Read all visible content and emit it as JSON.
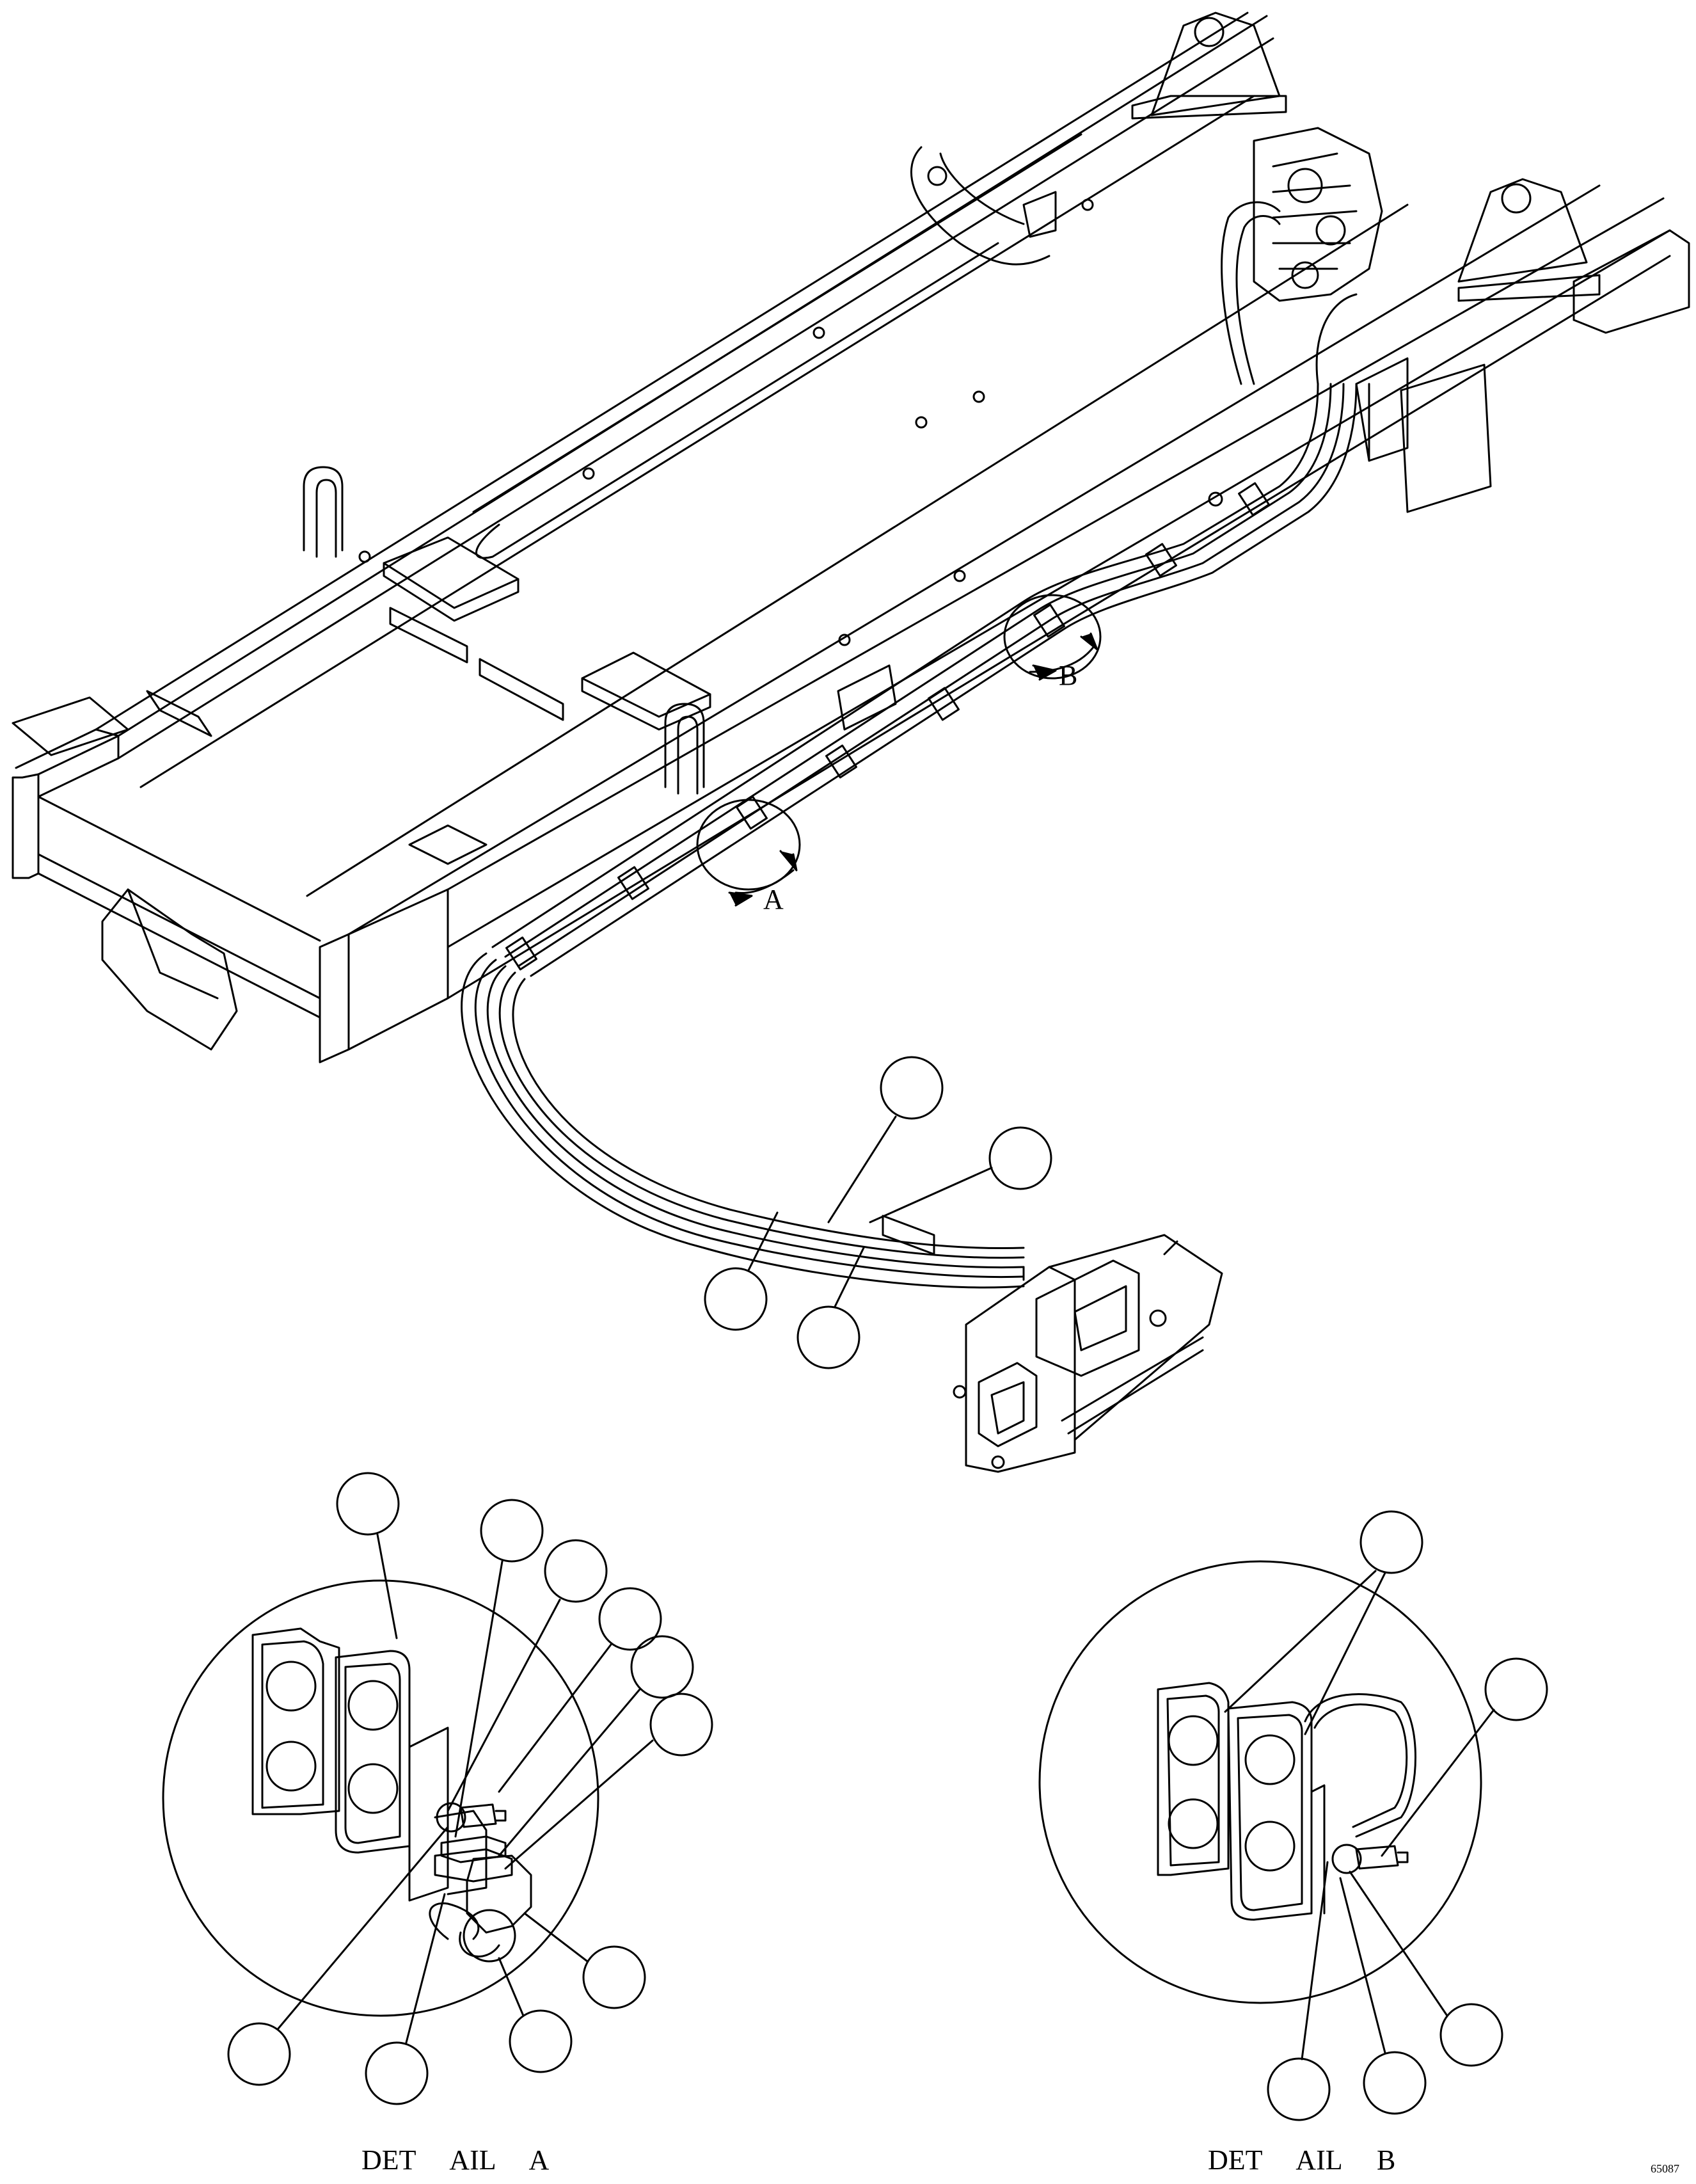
{
  "labels": {
    "arrow_a": "A",
    "arrow_b": "B",
    "detail_a_caption": "DET     AIL     A",
    "detail_b_caption": "DET     AIL     B",
    "figure_number": "65087"
  },
  "colors": {
    "line": "#000000",
    "background": "#ffffff"
  }
}
